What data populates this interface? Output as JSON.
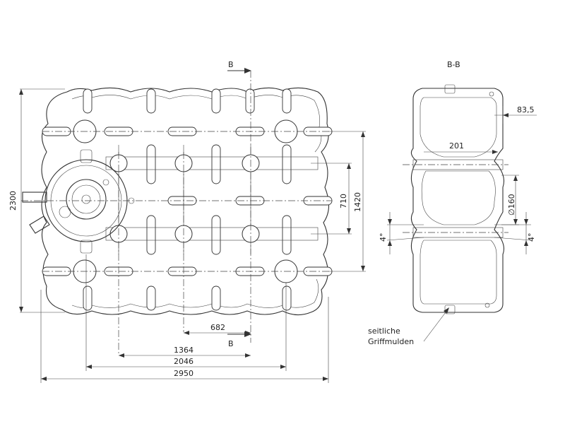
{
  "section_marker": {
    "top": "B",
    "bottom": "B"
  },
  "section_title": "B-B",
  "dimensions_plan": {
    "height_total": "2300",
    "height_1420": "1420",
    "height_710": "710",
    "width_682": "682",
    "width_1364": "1364",
    "width_2046": "2046",
    "width_2950": "2950"
  },
  "dimensions_section": {
    "d_83_5": "83,5",
    "d_201": "201",
    "d_160": "∅160",
    "angle_left": "4°",
    "angle_right": "4°"
  },
  "callout": {
    "line1": "seitliche",
    "line2": "Griffmulden"
  },
  "colors": {
    "line": "#333333",
    "background": "#ffffff"
  }
}
